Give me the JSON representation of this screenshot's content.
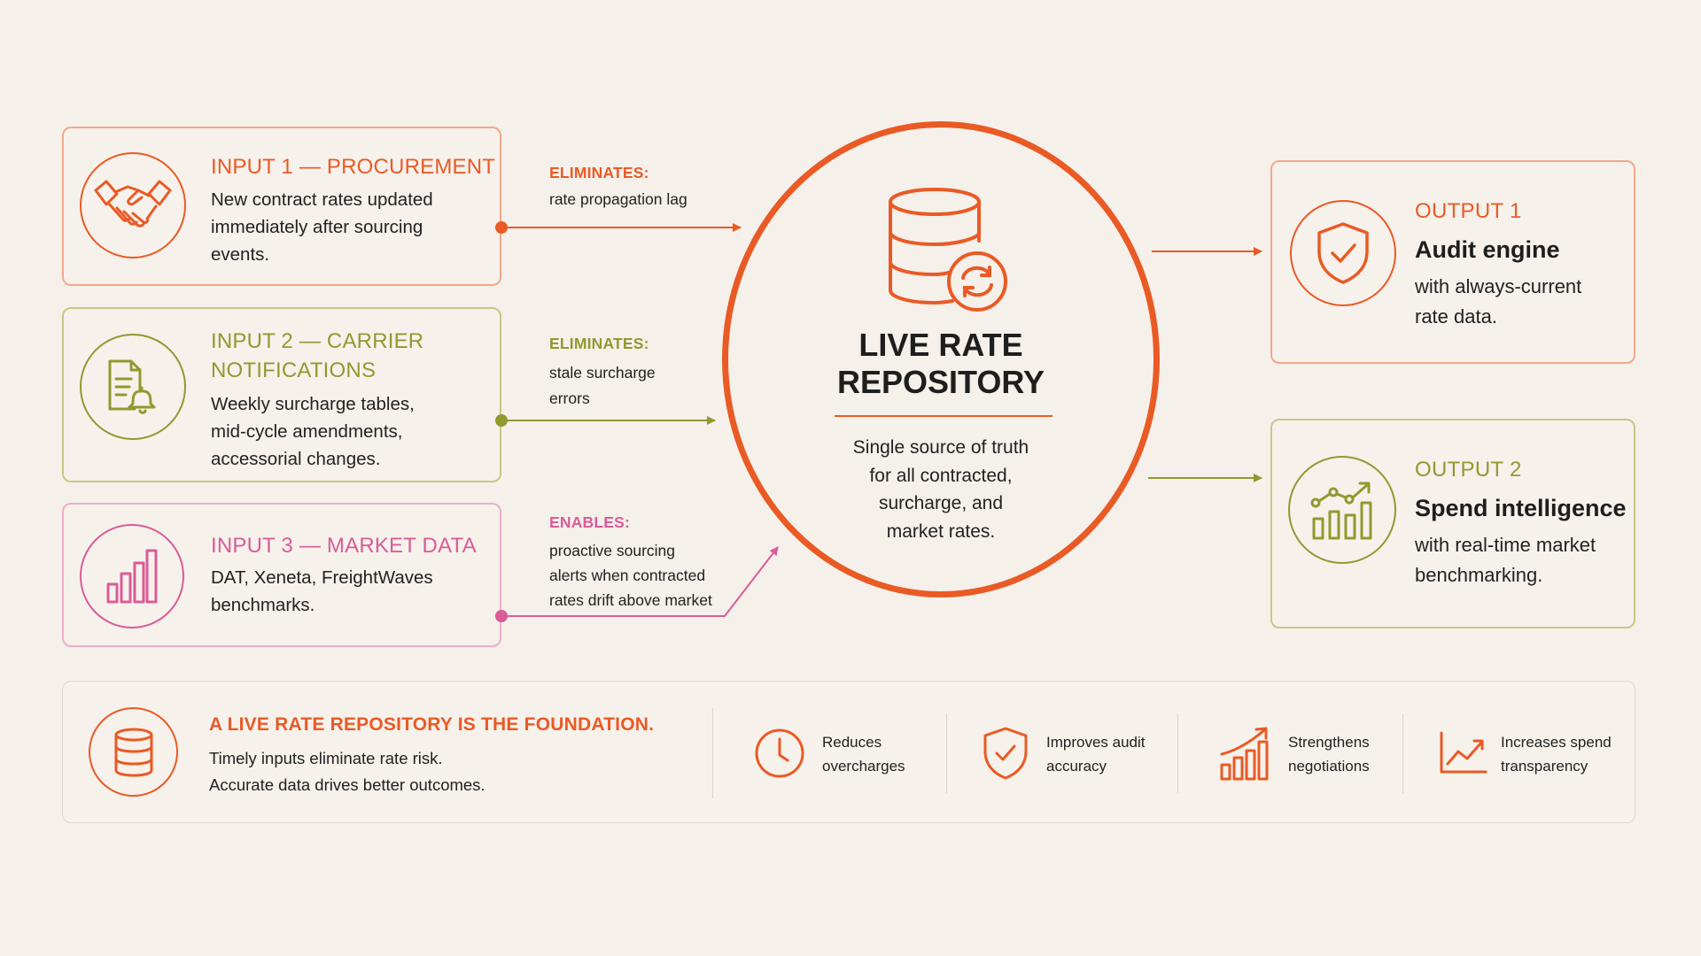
{
  "colors": {
    "orange": "#ea5a25",
    "olive": "#8f9a2f",
    "pink": "#d95c97",
    "background": "#f5f0ea"
  },
  "inputs": [
    {
      "title": "INPUT 1 — PROCUREMENT",
      "body": [
        "New contract rates updated",
        "immediately after sourcing",
        "events."
      ],
      "icon": "handshake-icon"
    },
    {
      "title": [
        "INPUT 2 — CARRIER",
        "NOTIFICATIONS"
      ],
      "body": [
        "Weekly surcharge tables,",
        "mid-cycle amendments,",
        "accessorial changes."
      ],
      "icon": "document-bell-icon"
    },
    {
      "title": "INPUT 3 — MARKET DATA",
      "body": [
        "DAT, Xeneta, FreightWaves",
        "benchmarks."
      ],
      "icon": "bar-chart-icon"
    }
  ],
  "connectors": [
    {
      "head": "ELIMINATES:",
      "text": [
        "rate propagation lag"
      ]
    },
    {
      "head": "ELIMINATES:",
      "text": [
        "stale surcharge",
        "errors"
      ]
    },
    {
      "head": "ENABLES:",
      "text": [
        "proactive sourcing",
        "alerts when contracted",
        "rates drift above market"
      ]
    }
  ],
  "center": {
    "title": [
      "LIVE RATE",
      "REPOSITORY"
    ],
    "body": [
      "Single source of truth",
      "for all contracted,",
      "surcharge, and",
      "market rates."
    ],
    "icon": "database-sync-icon"
  },
  "outputs": [
    {
      "label": "OUTPUT 1",
      "head": "Audit engine",
      "text": [
        "with always-current",
        "rate data."
      ],
      "icon": "shield-check-icon"
    },
    {
      "label": "OUTPUT 2",
      "head": "Spend intelligence",
      "text": [
        "with real-time market",
        "benchmarking."
      ],
      "icon": "growth-chart-icon"
    }
  ],
  "footer": {
    "title": "A LIVE RATE REPOSITORY IS THE FOUNDATION.",
    "lines": [
      "Timely inputs eliminate rate risk.",
      "Accurate data drives better outcomes."
    ],
    "icon": "database-icon",
    "benefits": [
      {
        "text": [
          "Reduces",
          "overcharges"
        ],
        "icon": "clock-icon"
      },
      {
        "text": [
          "Improves audit",
          "accuracy"
        ],
        "icon": "shield-check-icon"
      },
      {
        "text": [
          "Strengthens",
          "negotiations"
        ],
        "icon": "rising-bars-icon"
      },
      {
        "text": [
          "Increases spend",
          "transparency"
        ],
        "icon": "trend-line-icon"
      }
    ]
  }
}
